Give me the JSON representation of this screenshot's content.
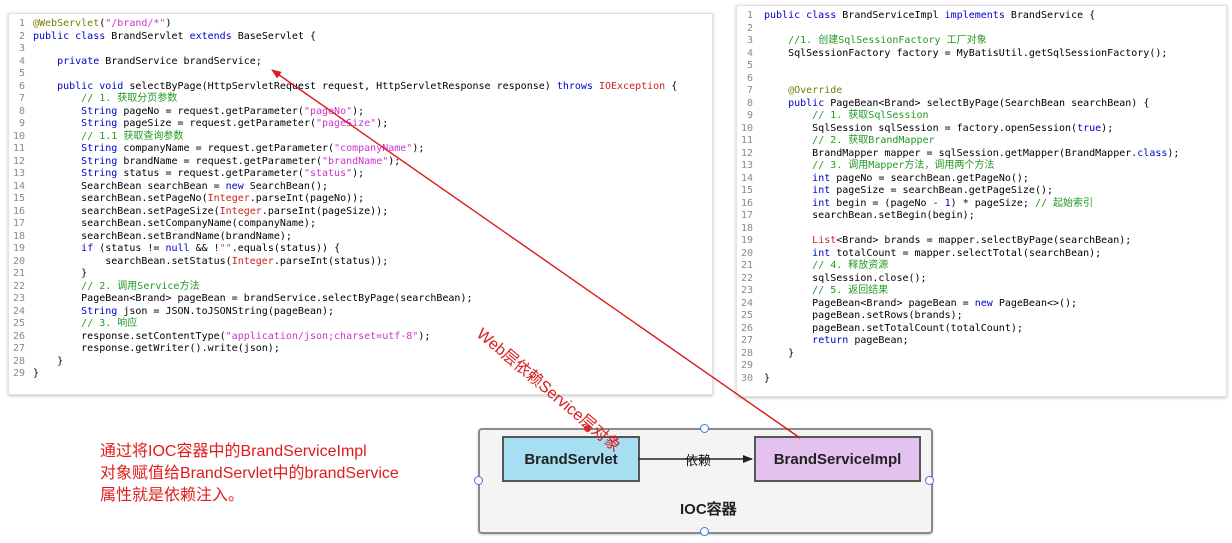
{
  "left_code": {
    "lines": [
      {
        "n": "1",
        "segs": [
          [
            "an",
            "@WebServlet"
          ],
          [
            "",
            "("
          ],
          [
            "st",
            "\"/brand/*\""
          ],
          [
            "",
            ")"
          ]
        ]
      },
      {
        "n": "2",
        "segs": [
          [
            "kw",
            "public class "
          ],
          [
            "",
            "BrandServlet "
          ],
          [
            "kw",
            "extends "
          ],
          [
            "",
            "BaseServlet {"
          ]
        ]
      },
      {
        "n": "3",
        "segs": []
      },
      {
        "n": "4",
        "segs": [
          [
            "",
            "    "
          ],
          [
            "kw",
            "private "
          ],
          [
            "",
            "BrandService brandService;"
          ]
        ]
      },
      {
        "n": "5",
        "segs": []
      },
      {
        "n": "6",
        "segs": [
          [
            "",
            "    "
          ],
          [
            "kw",
            "public void "
          ],
          [
            "",
            "selectByPage(HttpServletRequest request, HttpServletResponse response) "
          ],
          [
            "kw",
            "throws "
          ],
          [
            "ex",
            "IOException"
          ],
          [
            "",
            " {"
          ]
        ]
      },
      {
        "n": "7",
        "segs": [
          [
            "",
            "        "
          ],
          [
            "cm",
            "// 1. 获取分页参数"
          ]
        ]
      },
      {
        "n": "8",
        "segs": [
          [
            "",
            "        "
          ],
          [
            "ty",
            "String "
          ],
          [
            "",
            "pageNo = request.getParameter("
          ],
          [
            "st",
            "\"pageNo\""
          ],
          [
            "",
            ");"
          ]
        ]
      },
      {
        "n": "9",
        "segs": [
          [
            "",
            "        "
          ],
          [
            "ty",
            "String "
          ],
          [
            "",
            "pageSize = request.getParameter("
          ],
          [
            "st",
            "\"pageSize\""
          ],
          [
            "",
            ");"
          ]
        ]
      },
      {
        "n": "10",
        "segs": [
          [
            "",
            "        "
          ],
          [
            "cm",
            "// 1.1 获取查询参数"
          ]
        ]
      },
      {
        "n": "11",
        "segs": [
          [
            "",
            "        "
          ],
          [
            "ty",
            "String "
          ],
          [
            "",
            "companyName = request.getParameter("
          ],
          [
            "st",
            "\"companyName\""
          ],
          [
            "",
            ");"
          ]
        ]
      },
      {
        "n": "12",
        "segs": [
          [
            "",
            "        "
          ],
          [
            "ty",
            "String "
          ],
          [
            "",
            "brandName = request.getParameter("
          ],
          [
            "st",
            "\"brandName\""
          ],
          [
            "",
            ");"
          ]
        ]
      },
      {
        "n": "13",
        "segs": [
          [
            "",
            "        "
          ],
          [
            "ty",
            "String "
          ],
          [
            "",
            "status = request.getParameter("
          ],
          [
            "st",
            "\"status\""
          ],
          [
            "",
            ");"
          ]
        ]
      },
      {
        "n": "14",
        "segs": [
          [
            "",
            "        SearchBean searchBean = "
          ],
          [
            "kw",
            "new "
          ],
          [
            "",
            "SearchBean();"
          ]
        ]
      },
      {
        "n": "15",
        "segs": [
          [
            "",
            "        searchBean.setPageNo("
          ],
          [
            "ex",
            "Integer"
          ],
          [
            "",
            ".parseInt(pageNo));"
          ]
        ]
      },
      {
        "n": "16",
        "segs": [
          [
            "",
            "        searchBean.setPageSize("
          ],
          [
            "ex",
            "Integer"
          ],
          [
            "",
            ".parseInt(pageSize));"
          ]
        ]
      },
      {
        "n": "17",
        "segs": [
          [
            "",
            "        searchBean.setCompanyName(companyName);"
          ]
        ]
      },
      {
        "n": "18",
        "segs": [
          [
            "",
            "        searchBean.setBrandName(brandName);"
          ]
        ]
      },
      {
        "n": "19",
        "segs": [
          [
            "",
            "        "
          ],
          [
            "kw",
            "if "
          ],
          [
            "",
            "(status != "
          ],
          [
            "kw",
            "null "
          ],
          [
            "",
            "&& !"
          ],
          [
            "st",
            "\"\""
          ],
          [
            "",
            ".equals(status)) {"
          ]
        ]
      },
      {
        "n": "20",
        "segs": [
          [
            "",
            "            searchBean.setStatus("
          ],
          [
            "ex",
            "Integer"
          ],
          [
            "",
            ".parseInt(status));"
          ]
        ]
      },
      {
        "n": "21",
        "segs": [
          [
            "",
            "        }"
          ]
        ]
      },
      {
        "n": "22",
        "segs": [
          [
            "",
            "        "
          ],
          [
            "cm",
            "// 2. 调用Service方法"
          ]
        ]
      },
      {
        "n": "23",
        "segs": [
          [
            "",
            "        PageBean<Brand> pageBean = brandService.selectByPage(searchBean);"
          ]
        ]
      },
      {
        "n": "24",
        "segs": [
          [
            "",
            "        "
          ],
          [
            "ty",
            "String "
          ],
          [
            "",
            "json = JSON.toJSONString(pageBean);"
          ]
        ]
      },
      {
        "n": "25",
        "segs": [
          [
            "",
            "        "
          ],
          [
            "cm",
            "// 3. 响应"
          ]
        ]
      },
      {
        "n": "26",
        "segs": [
          [
            "",
            "        response.setContentType("
          ],
          [
            "st",
            "\"application/json;charset=utf-8\""
          ],
          [
            "",
            ");"
          ]
        ]
      },
      {
        "n": "27",
        "segs": [
          [
            "",
            "        response.getWriter().write(json);"
          ]
        ]
      },
      {
        "n": "28",
        "segs": [
          [
            "",
            "    }"
          ]
        ]
      },
      {
        "n": "29",
        "segs": [
          [
            "",
            "}"
          ]
        ]
      }
    ]
  },
  "right_code": {
    "lines": [
      {
        "n": "1",
        "segs": [
          [
            "kw",
            "public class "
          ],
          [
            "",
            "BrandServiceImpl "
          ],
          [
            "kw",
            "implements "
          ],
          [
            "",
            "BrandService {"
          ]
        ]
      },
      {
        "n": "2",
        "segs": []
      },
      {
        "n": "3",
        "segs": [
          [
            "",
            "    "
          ],
          [
            "cm",
            "//1. 创建SqlSessionFactory 工厂对象"
          ]
        ]
      },
      {
        "n": "4",
        "segs": [
          [
            "",
            "    SqlSessionFactory factory = MyBatisUtil.getSqlSessionFactory();"
          ]
        ]
      },
      {
        "n": "5",
        "segs": []
      },
      {
        "n": "6",
        "segs": []
      },
      {
        "n": "7",
        "segs": [
          [
            "",
            "    "
          ],
          [
            "an",
            "@Override"
          ]
        ]
      },
      {
        "n": "8",
        "segs": [
          [
            "",
            "    "
          ],
          [
            "kw",
            "public "
          ],
          [
            "",
            "PageBean<Brand> selectByPage(SearchBean searchBean) {"
          ]
        ]
      },
      {
        "n": "9",
        "segs": [
          [
            "",
            "        "
          ],
          [
            "cm",
            "// 1. 获取SqlSession"
          ]
        ]
      },
      {
        "n": "10",
        "segs": [
          [
            "",
            "        SqlSession sqlSession = factory.openSession("
          ],
          [
            "kw",
            "true"
          ],
          [
            "",
            ");"
          ]
        ]
      },
      {
        "n": "11",
        "segs": [
          [
            "",
            "        "
          ],
          [
            "cm",
            "// 2. 获取BrandMapper"
          ]
        ]
      },
      {
        "n": "12",
        "segs": [
          [
            "",
            "        BrandMapper mapper = sqlSession.getMapper(BrandMapper."
          ],
          [
            "kw",
            "class"
          ],
          [
            "",
            ");"
          ]
        ]
      },
      {
        "n": "13",
        "segs": [
          [
            "",
            "        "
          ],
          [
            "cm",
            "// 3. 调用Mapper方法，调用两个方法"
          ]
        ]
      },
      {
        "n": "14",
        "segs": [
          [
            "",
            "        "
          ],
          [
            "kw",
            "int "
          ],
          [
            "",
            "pageNo = searchBean.getPageNo();"
          ]
        ]
      },
      {
        "n": "15",
        "segs": [
          [
            "",
            "        "
          ],
          [
            "kw",
            "int "
          ],
          [
            "",
            "pageSize = searchBean.getPageSize();"
          ]
        ]
      },
      {
        "n": "16",
        "segs": [
          [
            "",
            "        "
          ],
          [
            "kw",
            "int "
          ],
          [
            "",
            "begin = (pageNo - "
          ],
          [
            "num",
            "1"
          ],
          [
            "",
            ") * pageSize; "
          ],
          [
            "cm",
            "// 起始索引"
          ]
        ]
      },
      {
        "n": "17",
        "segs": [
          [
            "",
            "        searchBean.setBegin(begin);"
          ]
        ]
      },
      {
        "n": "18",
        "segs": []
      },
      {
        "n": "19",
        "segs": [
          [
            "",
            "        "
          ],
          [
            "ex",
            "List"
          ],
          [
            "",
            "<Brand> brands = mapper.selectByPage(searchBean);"
          ]
        ]
      },
      {
        "n": "20",
        "segs": [
          [
            "",
            "        "
          ],
          [
            "kw",
            "int "
          ],
          [
            "",
            "totalCount = mapper.selectTotal(searchBean);"
          ]
        ]
      },
      {
        "n": "21",
        "segs": [
          [
            "",
            "        "
          ],
          [
            "cm",
            "// 4. 释放资源"
          ]
        ]
      },
      {
        "n": "22",
        "segs": [
          [
            "",
            "        sqlSession.close();"
          ]
        ]
      },
      {
        "n": "23",
        "segs": [
          [
            "",
            "        "
          ],
          [
            "cm",
            "// 5. 返回结果"
          ]
        ]
      },
      {
        "n": "24",
        "segs": [
          [
            "",
            "        PageBean<Brand> pageBean = "
          ],
          [
            "kw",
            "new "
          ],
          [
            "",
            "PageBean<>();"
          ]
        ]
      },
      {
        "n": "25",
        "segs": [
          [
            "",
            "        pageBean.setRows(brands);"
          ]
        ]
      },
      {
        "n": "26",
        "segs": [
          [
            "",
            "        pageBean.setTotalCount(totalCount);"
          ]
        ]
      },
      {
        "n": "27",
        "segs": [
          [
            "",
            "        "
          ],
          [
            "kw",
            "return "
          ],
          [
            "",
            "pageBean;"
          ]
        ]
      },
      {
        "n": "28",
        "segs": [
          [
            "",
            "    }"
          ]
        ]
      },
      {
        "n": "29",
        "segs": []
      },
      {
        "n": "30",
        "segs": [
          [
            "",
            "}"
          ]
        ]
      }
    ]
  },
  "diagram": {
    "servlet_node": "BrandServlet",
    "impl_node": "BrandServiceImpl",
    "edge_label": "依赖",
    "container_label": "IOC容器",
    "arrow_label": "Web层依赖Service层对象",
    "note_lines": [
      "通过将IOC容器中的BrandServiceImpl",
      "对象赋值给BrandServlet中的brandService",
      "属性就是依赖注入。"
    ],
    "colors": {
      "servlet_fill": "#a6dff2",
      "impl_fill": "#e3c2f0",
      "arrow": "#d81b1b",
      "note": "#e11b1b"
    }
  }
}
